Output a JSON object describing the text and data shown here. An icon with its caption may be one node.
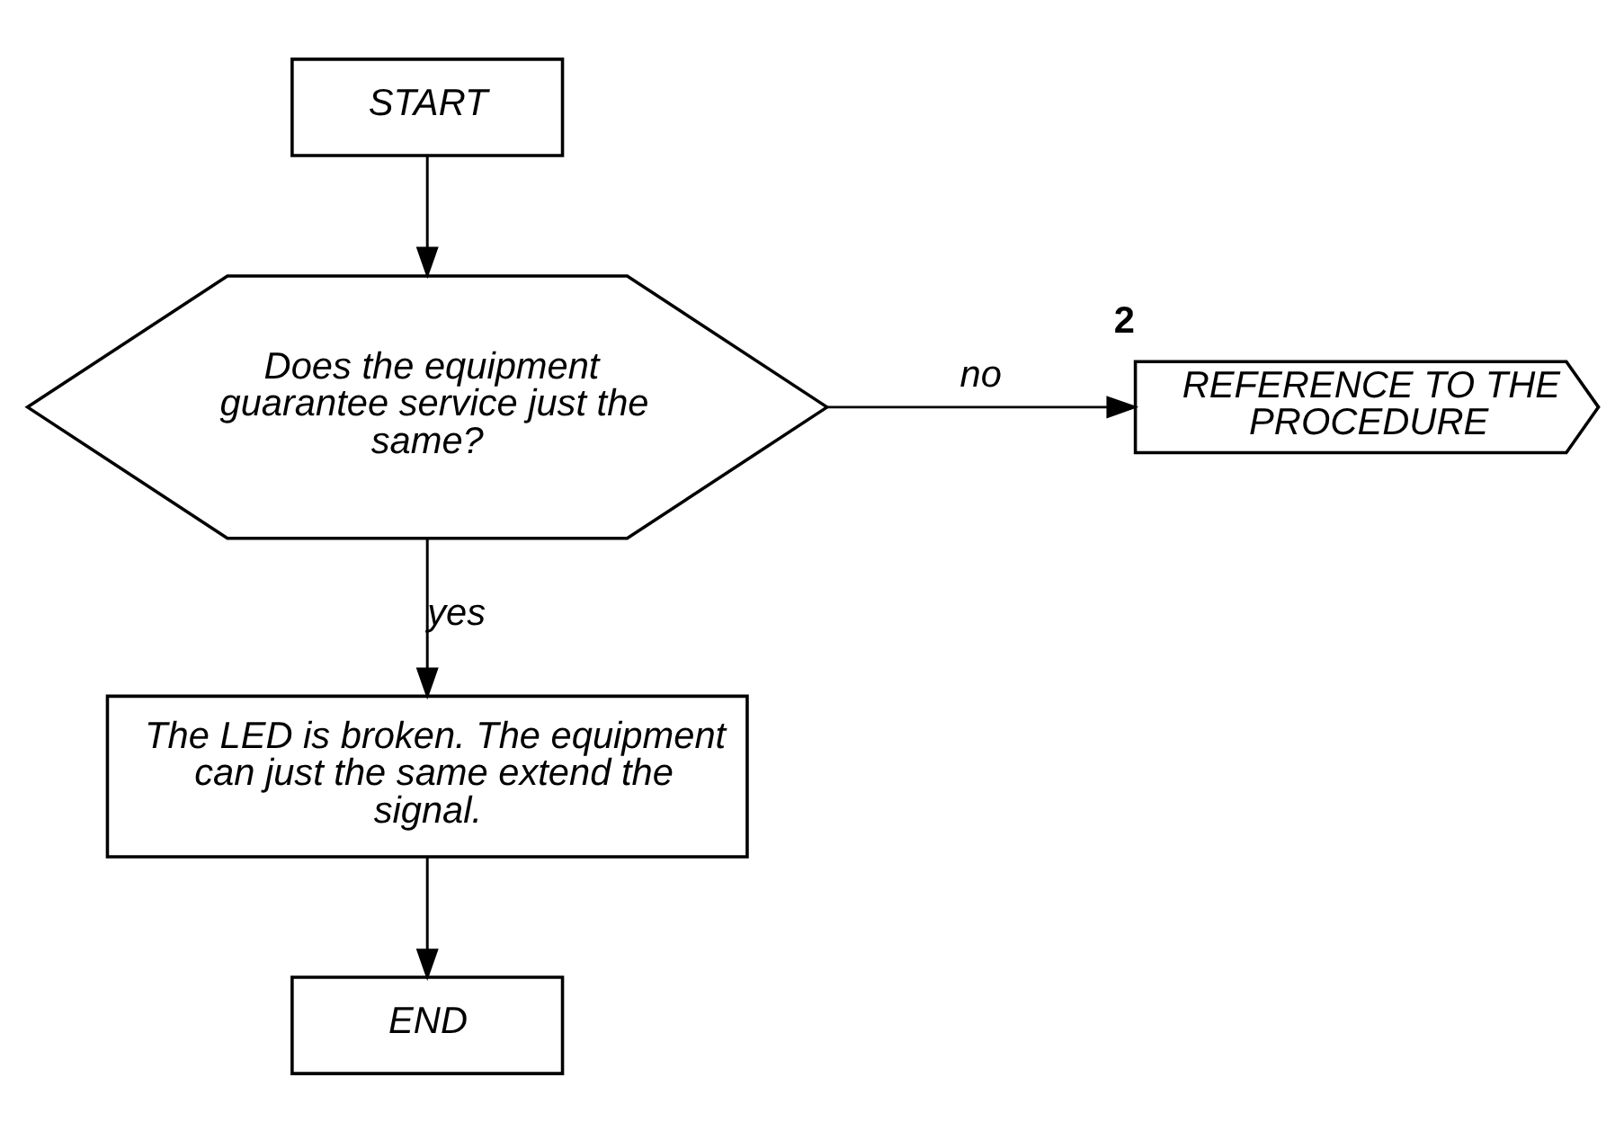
{
  "diagram": {
    "nodes": [
      {
        "text": [
          "START"
        ]
      },
      {
        "text": [
          "Does the equipment guarantee service just the same?"
        ]
      },
      {
        "text": [
          "REFERENCE TO THE PROCEDURE"
        ],
        "beside": [
          "2"
        ]
      },
      {
        "text": [
          "The LED is broken. The equipment can just the same extend the signal."
        ]
      },
      {
        "text": [
          "END"
        ]
      }
    ],
    "edges": [
      {
        "from": 0,
        "to": 1,
        "arrow": "to"
      },
      {
        "from": 1,
        "to": 2,
        "arrow": "to",
        "label": "no"
      },
      {
        "from": 1,
        "to": 3,
        "arrow": "to",
        "label": "yes"
      },
      {
        "from": 3,
        "to": 4,
        "arrow": "to"
      }
    ]
  }
}
